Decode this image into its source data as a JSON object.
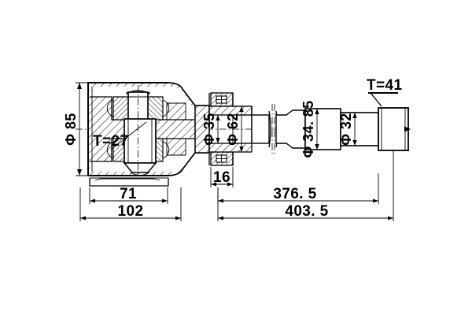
{
  "drawing": {
    "title": "CV Joint Assembly Cross-Section Drawing",
    "type": "mechanical-engineering-cross-section",
    "background_color": "#ffffff",
    "line_color": "#000000",
    "labels": {
      "outer_diameter_housing": "Φ 85",
      "inner_spline_teeth": "T=27",
      "seal_inner_diameter": "Φ 35",
      "seal_outer_diameter": "Φ 62",
      "shaft_diameter_large": "Φ 34. 85",
      "shaft_diameter_small": "Φ 32",
      "outer_spline_teeth": "T=41",
      "bearing_width": "16",
      "housing_inner_length": "71",
      "housing_total_length": "102",
      "shaft_length": "376. 5",
      "overall_length": "403. 5"
    },
    "dimension_list": [
      {
        "name": "phi-85",
        "value": "Φ 85",
        "orientation": "vertical",
        "position": "left"
      },
      {
        "name": "t-27",
        "value": "T=27",
        "orientation": "horizontal",
        "position": "inner-housing"
      },
      {
        "name": "phi-35",
        "value": "Φ 35",
        "orientation": "vertical",
        "position": "seal-inner"
      },
      {
        "name": "phi-62",
        "value": "Φ 62",
        "orientation": "vertical",
        "position": "seal-outer"
      },
      {
        "name": "phi-34-85",
        "value": "Φ 34. 85",
        "orientation": "vertical",
        "position": "shaft-mid"
      },
      {
        "name": "phi-32",
        "value": "Φ 32",
        "orientation": "vertical",
        "position": "shaft-right"
      },
      {
        "name": "t-41",
        "value": "T=41",
        "orientation": "horizontal",
        "position": "top-right-leader"
      },
      {
        "name": "dim-16",
        "value": "16",
        "orientation": "horizontal",
        "position": "bottom-seal"
      },
      {
        "name": "dim-71",
        "value": "71",
        "orientation": "horizontal",
        "position": "bottom-housing-inner"
      },
      {
        "name": "dim-102",
        "value": "102",
        "orientation": "horizontal",
        "position": "bottom-housing-total"
      },
      {
        "name": "dim-376-5",
        "value": "376. 5",
        "orientation": "horizontal",
        "position": "bottom-shaft"
      },
      {
        "name": "dim-403-5",
        "value": "403. 5",
        "orientation": "horizontal",
        "position": "bottom-overall"
      }
    ]
  }
}
